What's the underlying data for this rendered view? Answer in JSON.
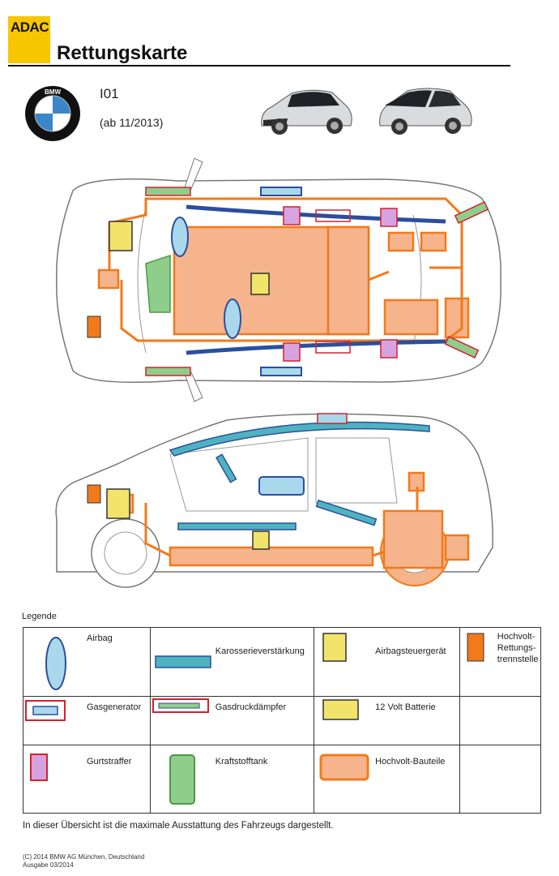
{
  "header": {
    "brand_badge": "ADAC",
    "title": "Rettungskarte"
  },
  "vehicle": {
    "manufacturer_logo_text": "BMW",
    "model": "I01",
    "since": "(ab 11/2013)"
  },
  "legend": {
    "heading": "Legende",
    "items": {
      "airbag": "Airbag",
      "reinforcement": "Karosserieverstärkung",
      "airbag_ecu": "Airbagsteuergerät",
      "hv_disconnect": "Hochvolt-\nRettungs-\ntrennstelle",
      "gas_generator": "Gasgenerator",
      "gas_strut": "Gasdruckdämpfer",
      "battery_12v": "12 Volt Batterie",
      "pretensioner": "Gurtstraffer",
      "fuel_tank": "Kraftstofftank",
      "hv_component": "Hochvolt-Bauteile"
    }
  },
  "footer": {
    "note": "In dieser Übersicht ist die maximale Ausstattung des Fahrzeugs dargestellt.",
    "copyright": "(C) 2014 BMW AG München, Deutschland",
    "edition": "Ausgabe 03/2014"
  },
  "colors": {
    "hv_orange": "#f27a1a",
    "hv_fill": "#f5b48c",
    "airbag_fill": "#a9d8ec",
    "airbag_stroke": "#2b4f9e",
    "reinforcement": "#4fb3bf",
    "gas_red": "#d6202e",
    "ecu_yellow": "#f2e46a",
    "fuel_green": "#8fce8a",
    "adac_yellow": "#f7c600"
  }
}
